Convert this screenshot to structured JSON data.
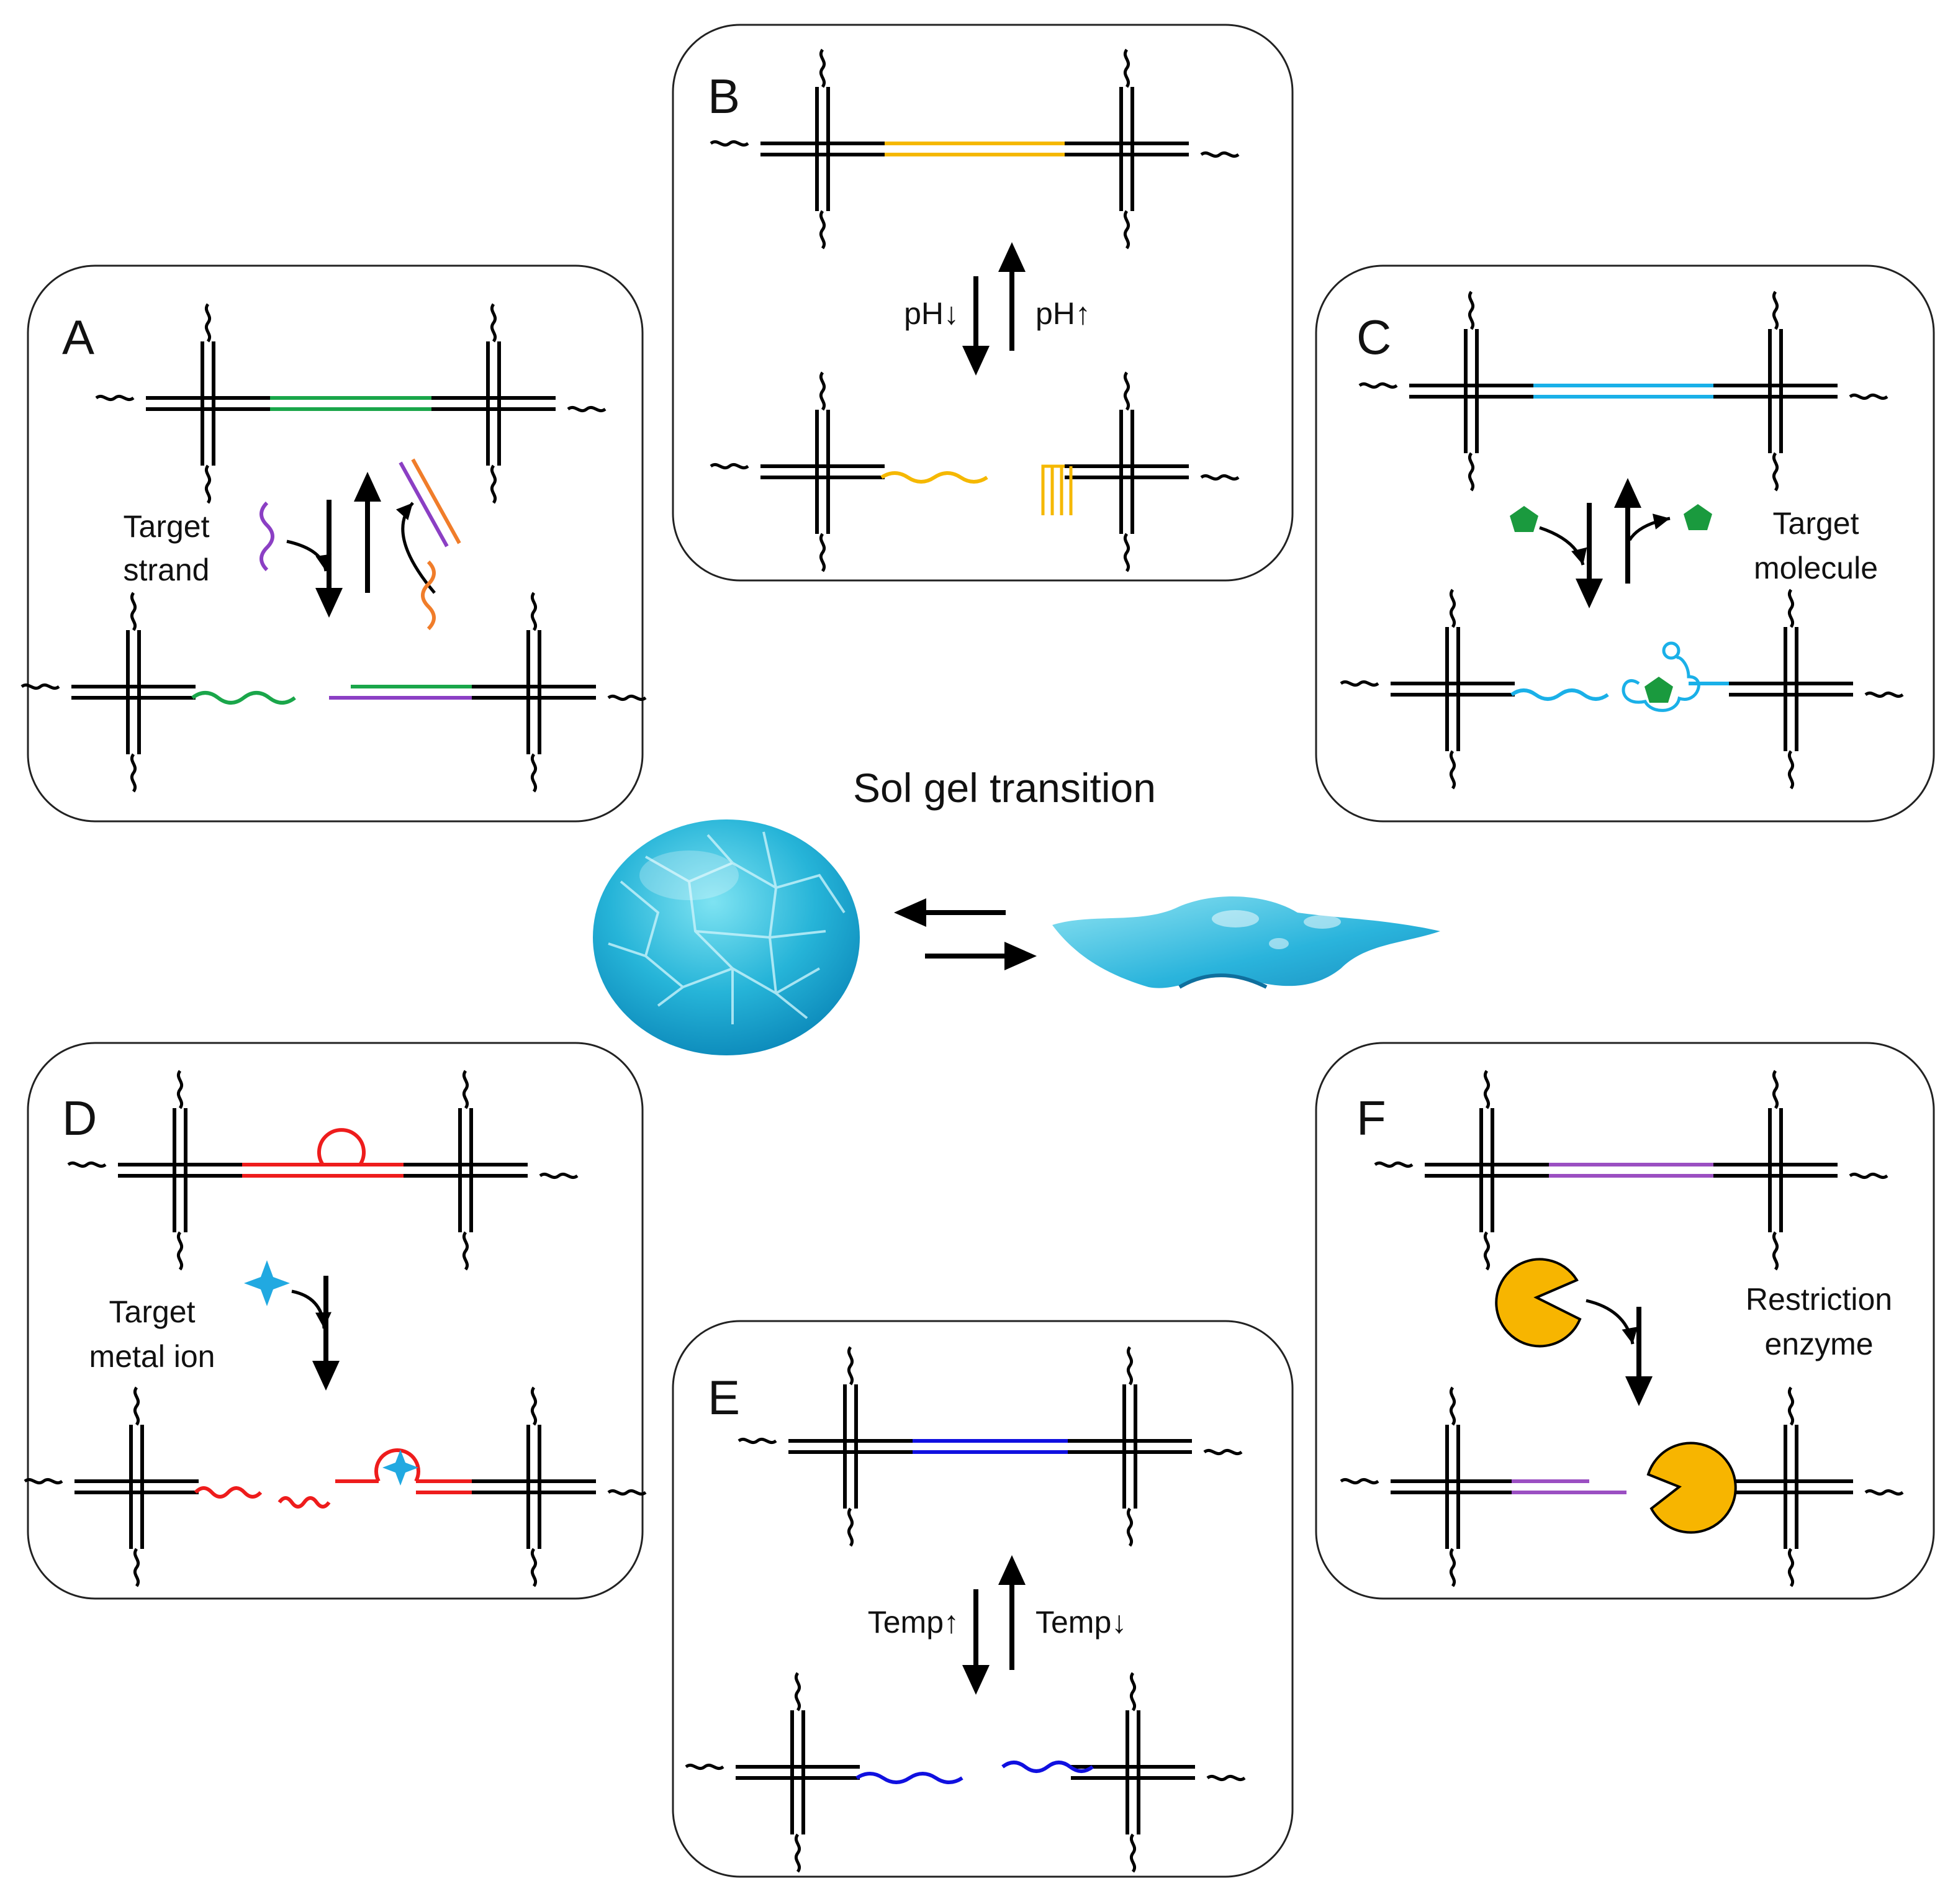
{
  "center": {
    "title": "Sol gel transition"
  },
  "panels": {
    "A": {
      "letter": "A",
      "label_line1": "Target",
      "label_line2": "strand"
    },
    "B": {
      "letter": "B",
      "left_label": "pH↓",
      "right_label": "pH↑"
    },
    "C": {
      "letter": "C",
      "label_line1": "Target",
      "label_line2": "molecule"
    },
    "D": {
      "letter": "D",
      "label_line1": "Target",
      "label_line2": "metal ion"
    },
    "E": {
      "letter": "E",
      "left_label": "Temp↑",
      "right_label": "Temp↓"
    },
    "F": {
      "letter": "F",
      "label_line1": "Restriction",
      "label_line2": "enzyme"
    }
  },
  "colors": {
    "A": "#1aa64a",
    "A_target": "#8b3fc4",
    "A_released": "#f07d2a",
    "B": "#f5b800",
    "C": "#1ab0e8",
    "C_molecule": "#1a9a3e",
    "D": "#ee1c1c",
    "D_ion": "#21a9e1",
    "E": "#1010e0",
    "F": "#9b4fc2",
    "F_enzyme": "#f7b500",
    "gel": "#2ab4dc"
  },
  "icons": {
    "gel": "gel-sphere-icon",
    "sol": "sol-puddle-icon",
    "molecule": "pentagon-icon",
    "metal_ion": "sparkle-star-icon",
    "enzyme": "pacman-enzyme-icon"
  }
}
